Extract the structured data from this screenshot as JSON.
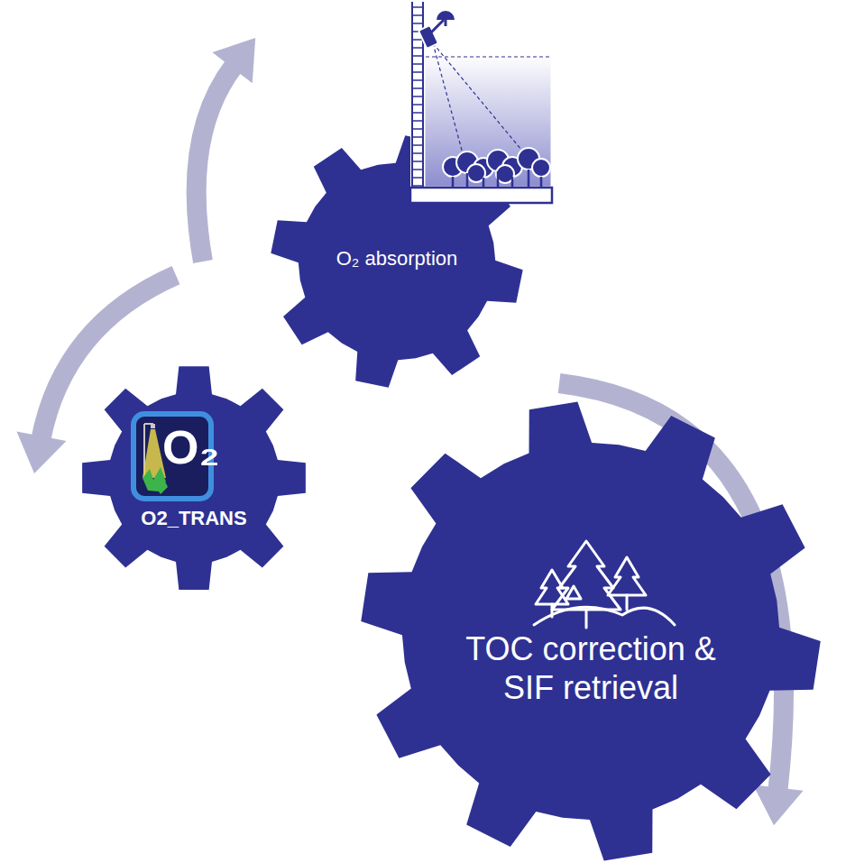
{
  "diagram": {
    "nodes": [
      {
        "text": [
          "O₂ absorption"
        ]
      },
      {
        "text": [
          "O2_TRANS"
        ]
      },
      {
        "text": [
          "TOC correction & SIF retrieval"
        ]
      }
    ],
    "edges": [
      {
        "from": 1,
        "to": 0,
        "arrow": "to"
      },
      {
        "from": 0,
        "to": 1,
        "arrow": "to"
      },
      {
        "from": 0,
        "to": 2,
        "arrow": "to"
      }
    ],
    "labels": [
      "O₂"
    ]
  }
}
